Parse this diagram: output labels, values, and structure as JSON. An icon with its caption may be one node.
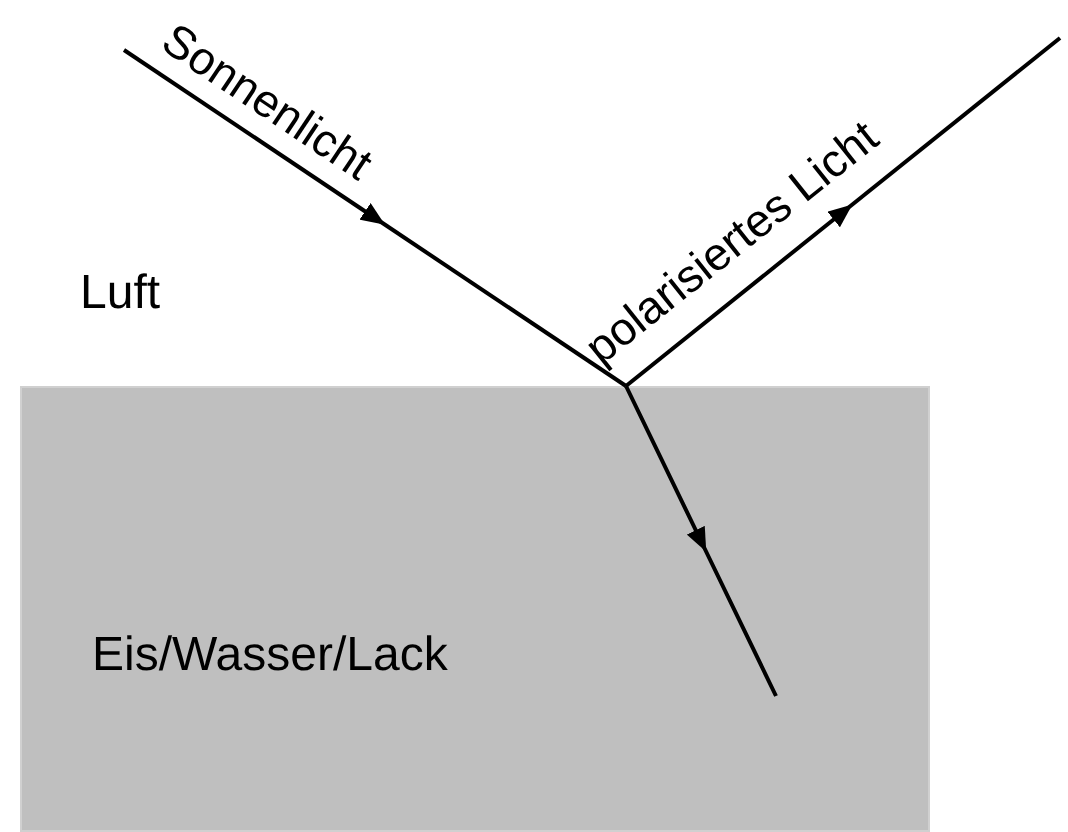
{
  "diagram": {
    "nodes": [
      {
        "text": [
          "Eis/Wasser/Lack"
        ]
      }
    ],
    "labels": [
      "Sonnenlicht",
      "polarisiertes Licht",
      "Luft"
    ]
  }
}
